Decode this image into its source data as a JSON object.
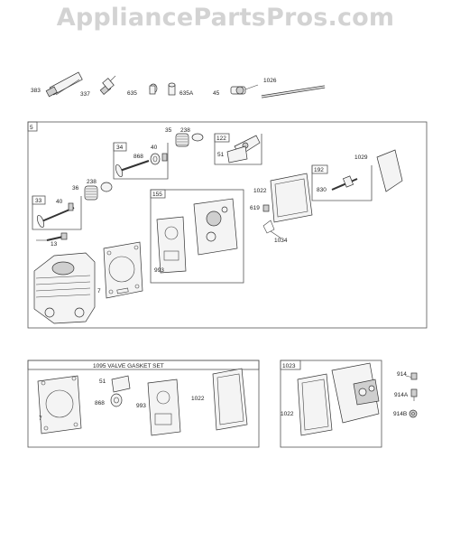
{
  "watermark": "AppliancePartsPros.com",
  "labels": {
    "p383": "383",
    "p337": "337",
    "p635": "635",
    "p635a": "635A",
    "p45": "45",
    "p1026": "1026",
    "box5": "5",
    "p35": "35",
    "p238a": "238",
    "box34": "34",
    "p868a": "868",
    "p40a": "40",
    "p36": "36",
    "p238b": "238",
    "box33": "33",
    "p40b": "40",
    "p13": "13",
    "p7a": "7",
    "box122": "122",
    "p51a": "51",
    "box155": "155",
    "p993a": "993",
    "p1022a": "1022",
    "p619": "619",
    "p1034": "1034",
    "p1029": "1029",
    "box192": "192",
    "p830": "830",
    "set_title": "1095 VALVE GASKET SET",
    "p7b": "7",
    "p51b": "51",
    "p868b": "868",
    "p993b": "993",
    "p1022b": "1022",
    "box1023": "1023",
    "p1022c": "1022",
    "p914": "914",
    "p914a": "914A",
    "p914b": "914B"
  }
}
